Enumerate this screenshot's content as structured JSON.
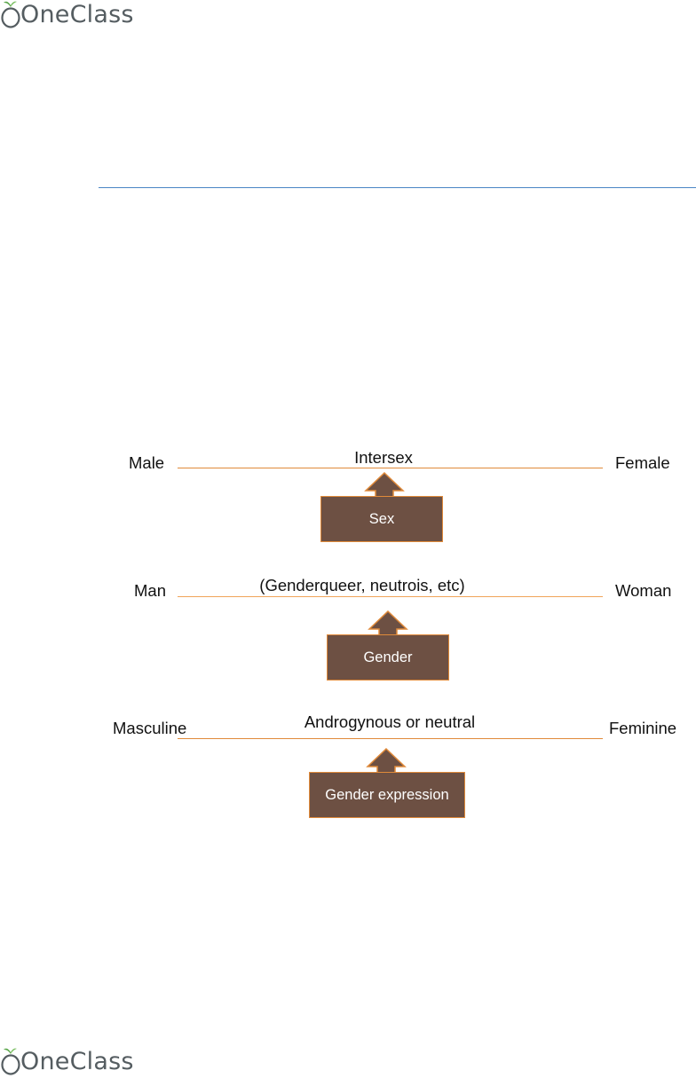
{
  "brand": {
    "name": "OneClass"
  },
  "diagram": {
    "sex": {
      "left": "Male",
      "middle": "Intersex",
      "right": "Female",
      "box": "Sex"
    },
    "gender": {
      "left": "Man",
      "middle": "(Genderqueer, neutrois, etc)",
      "right": "Woman",
      "box": "Gender"
    },
    "expression": {
      "left": "Masculine",
      "middle": "Androgynous or neutral",
      "right": "Feminine",
      "box": "Gender expression"
    }
  },
  "colors": {
    "line": "#e08a3a",
    "box_fill": "#6d5043",
    "rule": "#4a86c5",
    "logo_leaf": "#5aa64a"
  }
}
